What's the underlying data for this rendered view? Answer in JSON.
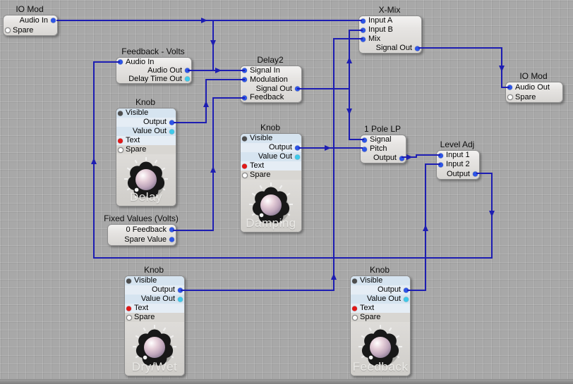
{
  "colors": {
    "wire": "#1d1db2",
    "pin_blue": "#2d55e6",
    "pin_cyan": "#3ec9ea",
    "pin_red": "#e01818",
    "pin_dark": "#4d4d4d",
    "canvas_bg": "#a8a8a8"
  },
  "modules": {
    "io_mod_in": {
      "title": "IO Mod",
      "pins": [
        {
          "label": "Audio In"
        },
        {
          "label": "Spare"
        }
      ]
    },
    "feedback_volts": {
      "title": "Feedback - Volts",
      "pins": [
        {
          "label": "Audio In"
        },
        {
          "label": "Audio Out"
        },
        {
          "label": "Delay Time Out"
        }
      ]
    },
    "delay2": {
      "title": "Delay2",
      "pins": [
        {
          "label": "Signal In"
        },
        {
          "label": "Modulation"
        },
        {
          "label": "Signal Out"
        },
        {
          "label": "Feedback"
        }
      ]
    },
    "x_mix": {
      "title": "X-Mix",
      "pins": [
        {
          "label": "Input A"
        },
        {
          "label": "Input B"
        },
        {
          "label": "Mix"
        },
        {
          "label": "Signal Out"
        }
      ]
    },
    "io_mod_out": {
      "title": "IO Mod",
      "pins": [
        {
          "label": "Audio Out"
        },
        {
          "label": "Spare"
        }
      ]
    },
    "knob_delay": {
      "title": "Knob",
      "knob_label": "Delay",
      "pins": [
        {
          "label": "Visible"
        },
        {
          "label": "Output"
        },
        {
          "label": "Value Out"
        },
        {
          "label": "Text"
        },
        {
          "label": "Spare"
        }
      ]
    },
    "knob_damping": {
      "title": "Knob",
      "knob_label": "Damping",
      "pins": [
        {
          "label": "Visible"
        },
        {
          "label": "Output"
        },
        {
          "label": "Value Out"
        },
        {
          "label": "Text"
        },
        {
          "label": "Spare"
        }
      ]
    },
    "one_pole_lp": {
      "title": "1 Pole LP",
      "pins": [
        {
          "label": "Signal"
        },
        {
          "label": "Pitch"
        },
        {
          "label": "Output"
        }
      ]
    },
    "level_adj": {
      "title": "Level Adj",
      "pins": [
        {
          "label": "Input 1"
        },
        {
          "label": "Input 2"
        },
        {
          "label": "Output"
        }
      ]
    },
    "fixed_values": {
      "title": "Fixed Values (Volts)",
      "pins": [
        {
          "label": "0 Feedback"
        },
        {
          "label": "Spare Value"
        }
      ]
    },
    "knob_drywet": {
      "title": "Knob",
      "knob_label": "Dry/Wet",
      "pins": [
        {
          "label": "Visible"
        },
        {
          "label": "Output"
        },
        {
          "label": "Value Out"
        },
        {
          "label": "Text"
        },
        {
          "label": "Spare"
        }
      ]
    },
    "knob_feedback": {
      "title": "Knob",
      "knob_label": "Feedback",
      "pins": [
        {
          "label": "Visible"
        },
        {
          "label": "Output"
        },
        {
          "label": "Value Out"
        },
        {
          "label": "Text"
        },
        {
          "label": "Spare"
        }
      ]
    }
  }
}
